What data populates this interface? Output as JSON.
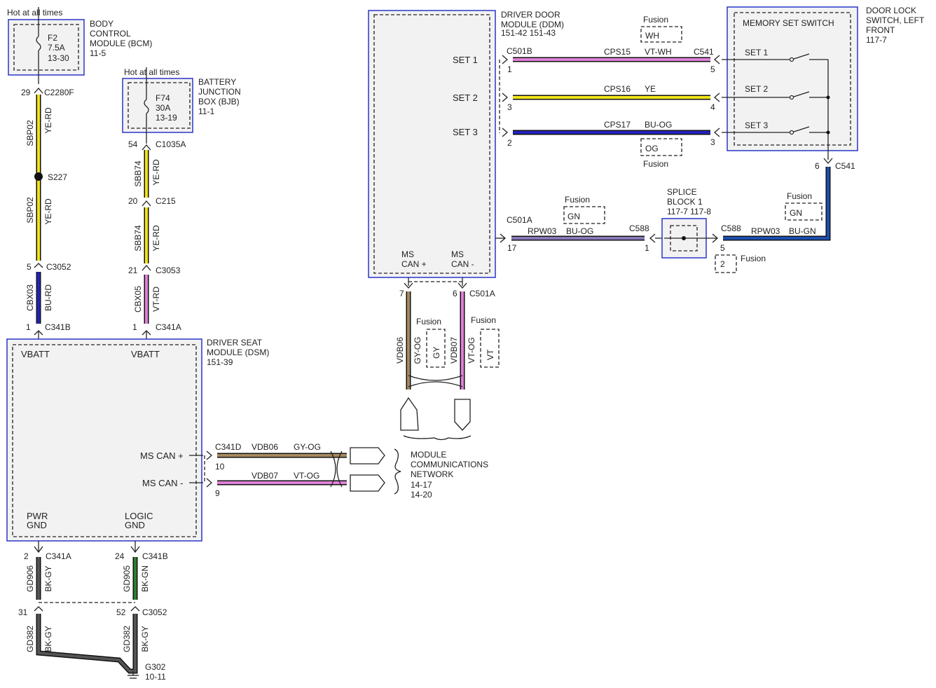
{
  "bcm": {
    "hot_label": "Hot at all times",
    "fuse": "F2",
    "rating": "7.5A",
    "loc": "13-30",
    "name_lines": [
      "BODY",
      "CONTROL",
      "MODULE (BCM)",
      "11-5"
    ]
  },
  "bjb": {
    "hot_label": "Hot at all times",
    "fuse": "F74",
    "rating": "30A",
    "loc": "13-19",
    "name_lines": [
      "BATTERY",
      "JUNCTION",
      "BOX (BJB)",
      "11-1"
    ]
  },
  "left_column": {
    "pin29": "29",
    "c2280f": "C2280F",
    "sbp02_a": "SBP02",
    "yerd_a": "YE-RD",
    "splice": "S227",
    "sbp02_b": "SBP02",
    "yerd_b": "YE-RD",
    "pin5": "5",
    "c3052": "C3052",
    "cbx03": "CBX03",
    "burd": "BU-RD",
    "pin1": "1",
    "c341b": "C341B"
  },
  "mid_column": {
    "pin54": "54",
    "c1035a": "C1035A",
    "sbb74_a": "SBB74",
    "yerd_a": "YE-RD",
    "pin20": "20",
    "c215": "C215",
    "sbb74_b": "SBB74",
    "yerd_b": "YE-RD",
    "pin21": "21",
    "c3053": "C3053",
    "cbx05": "CBX05",
    "vtrd": "VT-RD",
    "pin1": "1",
    "c341a": "C341A"
  },
  "dsm": {
    "name_lines": [
      "DRIVER SEAT",
      "MODULE (DSM)",
      "151-39"
    ],
    "vbatt1": "VBATT",
    "vbatt2": "VBATT",
    "mscan_plus": "MS CAN +",
    "mscan_minus": "MS CAN -",
    "pwr_gnd": [
      "PWR",
      "GND"
    ],
    "logic_gnd": [
      "LOGIC",
      "GND"
    ]
  },
  "dsm_can": {
    "c341d": "C341D",
    "vdb06": "VDB06",
    "gyog": "GY-OG",
    "pin10": "10",
    "vdb07": "VDB07",
    "vtog": "VT-OG",
    "pin9": "9"
  },
  "network": {
    "lines": [
      "MODULE",
      "COMMUNICATIONS",
      "NETWORK",
      "14-17",
      "14-20"
    ]
  },
  "grounds": {
    "pin2": "2",
    "c341a": "C341A",
    "gd906": "GD906",
    "bkgy_a": "BK-GY",
    "pin24": "24",
    "c341b": "C341B",
    "gd905": "GD905",
    "bkgn": "BK-GN",
    "pin31": "31",
    "pin52": "52",
    "c3052": "C3052",
    "gd382_a": "GD382",
    "bkgy_b": "BK-GY",
    "gd382_b": "GD382",
    "bkgy_c": "BK-GY",
    "g302": "G302",
    "g302_loc": "10-11"
  },
  "ddm": {
    "name_lines": [
      "DRIVER DOOR",
      "MODULE (DDM)",
      "151-42  151-43"
    ],
    "set1": "SET 1",
    "set2": "SET 2",
    "set3": "SET 3",
    "mscan_plus": [
      "MS",
      "CAN +"
    ],
    "mscan_minus": [
      "MS",
      "CAN -"
    ]
  },
  "memory_wires": {
    "c501b": "C501B",
    "pin1": "1",
    "cps15": "CPS15",
    "vtwh": "VT-WH",
    "c541": "C541",
    "pin5": "5",
    "fusion_wh_label": "Fusion",
    "fusion_wh": "WH",
    "pin3": "3",
    "cps16": "CPS16",
    "ye": "YE",
    "pin4": "4",
    "pin2": "2",
    "cps17": "CPS17",
    "buog": "BU-OG",
    "pin3b": "3",
    "fusion_og": "OG",
    "fusion_og_label": "Fusion"
  },
  "door_switch": {
    "name_lines": [
      "DOOR LOCK",
      "SWITCH, LEFT",
      "FRONT",
      "117-7"
    ],
    "inner_label": "MEMORY SET SWITCH",
    "set1": "SET 1",
    "set2": "SET 2",
    "set3": "SET 3",
    "pin6": "6",
    "c541": "C541"
  },
  "rpw_wires": {
    "c501a": "C501A",
    "rpw03_a": "RPW03",
    "buog": "BU-OG",
    "pin17": "17",
    "fusion_gn_a_label": "Fusion",
    "fusion_gn_a": "GN",
    "c588_a": "C588",
    "pin1": "1",
    "splice_lines": [
      "SPLICE",
      "BLOCK 1",
      "117-7  117-8"
    ],
    "c588_b": "C588",
    "rpw03_b": "RPW03",
    "bugn": "BU-GN",
    "pin5": "5",
    "fusion_gn_b_label": "Fusion",
    "fusion_gn_b": "GN",
    "fusion_2": "2",
    "fusion_2_label": "Fusion"
  },
  "ddm_can": {
    "pin7": "7",
    "pin6": "6",
    "c501a": "C501A",
    "vdb06": "VDB06",
    "gyog": "GY-OG",
    "fusion_gy_label": "Fusion",
    "fusion_gy": "GY",
    "vdb07": "VDB07",
    "vtog": "VT-OG",
    "fusion_vt_label": "Fusion",
    "fusion_vt": "VT"
  },
  "colors": {
    "yellow": "#f2e21a",
    "blue": "#2222bb",
    "violet": "#e080d8",
    "brown": "#a88a60",
    "green": "#2f7d2f",
    "bugn": "#1d4fb0",
    "box": "#2a35c8"
  }
}
